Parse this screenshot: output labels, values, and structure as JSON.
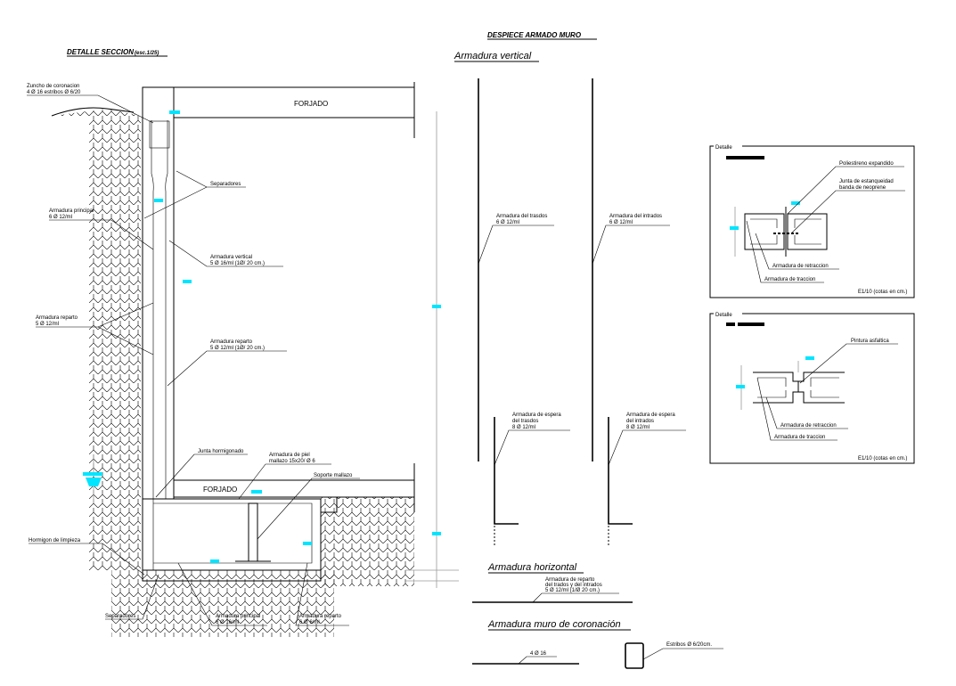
{
  "section": {
    "title": "DETALLE SECCION",
    "title_scale": "(esc.1/25)",
    "labels": {
      "zuncho": [
        "Zuncho de coronacion",
        "4 Ø 16 estribos Ø 6/20"
      ],
      "forjado_top": "FORJADO",
      "forjado_bottom": "FORJADO",
      "separadores_top": "Separadores",
      "armadura_principal": [
        "Armadura principal",
        "6 Ø 12/ml"
      ],
      "armadura_vertical": [
        "Armadura vertical",
        "5 Ø 16/ml (1Ø/ 20 cm.)"
      ],
      "armadura_reparto_left": [
        "Armadura reparto",
        "5 Ø 12/ml"
      ],
      "armadura_reparto_right": [
        "Armadura reparto",
        "5 Ø 12/ml (1Ø/ 20 cm.)"
      ],
      "junta_hormigonado": "Junta hormigonado",
      "armadura_piel": [
        "Armadura de piel",
        "mallazo 15x20/ Ø 6"
      ],
      "soporte_mallazo": "Soporte mallazo",
      "hormigon_limpieza": "Hormigon de limpieza",
      "separadores_bottom": "Separadores",
      "armadura_principal_bottom": [
        "Armadura principal",
        "6 Ø 16/ml"
      ],
      "armadura_reparto_bottom": [
        "Armadura reparto",
        "6 Ø 6/ml"
      ]
    }
  },
  "despiece": {
    "title": "DESPIECE ARMADO MURO",
    "vertical_heading": "Armadura  vertical",
    "trasdos": [
      "Armadura del trasdos",
      "6 Ø 12/ml"
    ],
    "intrados": [
      "Armadura del intrados",
      "6 Ø 12/ml"
    ],
    "espera_trasdos": [
      "Armadura de espera",
      "del trasdos",
      "8 Ø 12/ml"
    ],
    "espera_intrados": [
      "Armadura de espera",
      "del intrados",
      "8 Ø 12/ml"
    ],
    "horizontal_heading": "Armadura  horizontal",
    "horizontal_label": [
      "Armadura de reparto",
      "del trados y del intrados",
      "5 Ø 12/ml (1/Ø 20 cm.)"
    ],
    "coronacion_heading": "Armadura  muro  de  coronación",
    "coronacion_bar": "4 Ø 16",
    "estribos": "Estribos Ø 6/20cm."
  },
  "detail1": {
    "tag": "Detalle",
    "poliestireno": "Poliestireno expandido",
    "junta": [
      "Junta de estanqueidad",
      "banda de neoprene"
    ],
    "retraccion": "Armadura de retraccion",
    "traccion": "Armadura de traccion",
    "scale": "E1/10 (cotas en cm.)"
  },
  "detail2": {
    "tag": "Detalle",
    "pintura": "Pintura asfaltica",
    "retraccion": "Armadura de retraccion",
    "traccion": "Armadura de traccion",
    "scale": "E1/10 (cotas en cm.)"
  },
  "colors": {
    "marker": "#00e5ff",
    "line": "#000000",
    "grid": "#9a9a9a"
  }
}
